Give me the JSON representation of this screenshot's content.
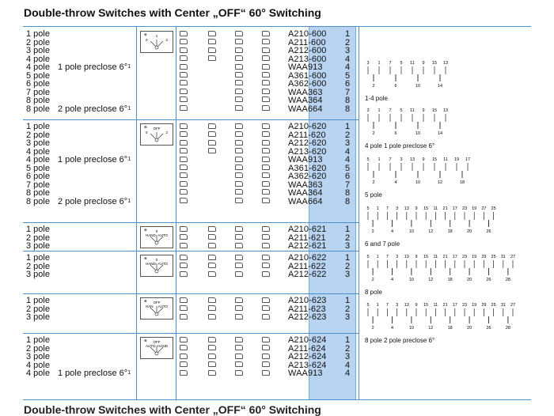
{
  "title": "Double-throw Switches with Center „OFF“ 60° Switching",
  "bottom_title": "Double-throw Switches with Center „OFF“ 60° Switching",
  "highlight_color": "#b9d4f0",
  "border_color": "#4a8fce",
  "groups": [
    {
      "dial": {
        "left": "0",
        "mid": "1",
        "right": "2"
      },
      "poles": [
        "1 pole",
        "2 pole",
        "3 pole",
        "4 pole",
        "4 pole",
        "5 pole",
        "6 pole",
        "7 pole",
        "8 pole",
        "8 pole"
      ],
      "notes": [
        "",
        "",
        "",
        "",
        "1 pole preclose 6°",
        "",
        "",
        "",
        "",
        "2 pole preclose 6°"
      ],
      "codes": [
        "A210-600",
        "A211-600",
        "A212-600",
        "A213-600",
        "WAA913",
        "A361-600",
        "A362-600",
        "WAA363",
        "WAA364",
        "WAA664"
      ],
      "nums": [
        "1",
        "2",
        "3",
        "4",
        "4",
        "5",
        "6",
        "7",
        "8",
        "8"
      ]
    },
    {
      "dial": {
        "left": "0",
        "mid": "OFF",
        "right": "2",
        "sub_left": "1"
      },
      "poles": [
        "1 pole",
        "2 pole",
        "3 pole",
        "4 pole",
        "4 pole",
        "5 pole",
        "6 pole",
        "7 pole",
        "8 pole",
        "8 pole"
      ],
      "notes": [
        "",
        "",
        "",
        "",
        "1 pole preclose 6°",
        "",
        "",
        "",
        "",
        "2 pole preclose 6°"
      ],
      "codes": [
        "A210-620",
        "A211-620",
        "A212-620",
        "A213-620",
        "WAA913",
        "A361-620",
        "A362-620",
        "WAA363",
        "WAA364",
        "WAA664"
      ],
      "nums": [
        "1",
        "2",
        "3",
        "4",
        "4",
        "5",
        "6",
        "7",
        "8",
        "8"
      ]
    },
    {
      "dial": {
        "left": "HAND",
        "mid": "0",
        "right": "AUTO"
      },
      "poles": [
        "1 pole",
        "2 pole",
        "3 pole"
      ],
      "notes": [
        "",
        "",
        ""
      ],
      "codes": [
        "A210-621",
        "A211-621",
        "A212-621"
      ],
      "nums": [
        "1",
        "2",
        "3"
      ]
    },
    {
      "dial": {
        "left": "HAND",
        "mid": "0",
        "right": "AUTO"
      },
      "poles": [
        "1 pole",
        "2 pole",
        "3 pole"
      ],
      "notes": [
        "",
        "",
        ""
      ],
      "codes": [
        "A210-622",
        "A211-622",
        "A212-622"
      ],
      "nums": [
        "1",
        "2",
        "3"
      ]
    },
    {
      "dial": {
        "left": "HAN",
        "mid": "OFF",
        "right": "AUTO"
      },
      "poles": [
        "1 pole",
        "2 pole",
        "3 pole"
      ],
      "notes": [
        "",
        "",
        ""
      ],
      "codes": [
        "A210-623",
        "A211-623",
        "A212-623"
      ],
      "nums": [
        "1",
        "2",
        "3"
      ]
    },
    {
      "dial": {
        "left": "AUTO",
        "mid": "OFF",
        "right": "HAND"
      },
      "poles": [
        "1 pole",
        "2 pole",
        "3 pole",
        "4 pole",
        "4 pole"
      ],
      "notes": [
        "",
        "",
        "",
        "",
        "1 pole preclose 6°"
      ],
      "codes": [
        "A210-624",
        "A211-624",
        "A212-624",
        "A213-624",
        "WAA913"
      ],
      "nums": [
        "1",
        "2",
        "3",
        "4",
        "4"
      ]
    }
  ],
  "diagrams": [
    {
      "label": "1-4 pole",
      "top": [
        "3",
        "1",
        "7",
        "5",
        "11",
        "9",
        "15",
        "13"
      ],
      "bottom": [
        "2",
        "6",
        "10",
        "14"
      ]
    },
    {
      "label": "4 pole 1 pole preclose 6°",
      "top": [
        "3",
        "1",
        "7",
        "5",
        "11",
        "9",
        "15",
        "13"
      ],
      "bottom": [
        "2",
        "6",
        "10",
        "14"
      ]
    },
    {
      "label": "5 pole",
      "top": [
        "5",
        "1",
        "7",
        "3",
        "13",
        "9",
        "15",
        "11",
        "19",
        "17"
      ],
      "bottom": [
        "2",
        "4",
        "10",
        "12",
        "18"
      ]
    },
    {
      "label": "6 and 7 pole",
      "top": [
        "5",
        "1",
        "7",
        "3",
        "13",
        "9",
        "15",
        "11",
        "21",
        "17",
        "23",
        "19",
        "27",
        "25"
      ],
      "bottom": [
        "2",
        "4",
        "10",
        "12",
        "18",
        "20",
        "26"
      ]
    },
    {
      "label": "8 pole",
      "top": [
        "5",
        "1",
        "7",
        "3",
        "13",
        "9",
        "15",
        "11",
        "21",
        "17",
        "23",
        "19",
        "29",
        "25",
        "31",
        "27"
      ],
      "bottom": [
        "2",
        "4",
        "10",
        "12",
        "18",
        "20",
        "26",
        "28"
      ]
    },
    {
      "label": "8 pole 2 pole preclose 6°",
      "top": [
        "5",
        "1",
        "7",
        "3",
        "13",
        "9",
        "15",
        "11",
        "21",
        "17",
        "23",
        "19",
        "29",
        "25",
        "31",
        "27"
      ],
      "bottom": [
        "2",
        "4",
        "10",
        "12",
        "18",
        "20",
        "26",
        "28"
      ]
    }
  ],
  "preclose_suffix": "1"
}
